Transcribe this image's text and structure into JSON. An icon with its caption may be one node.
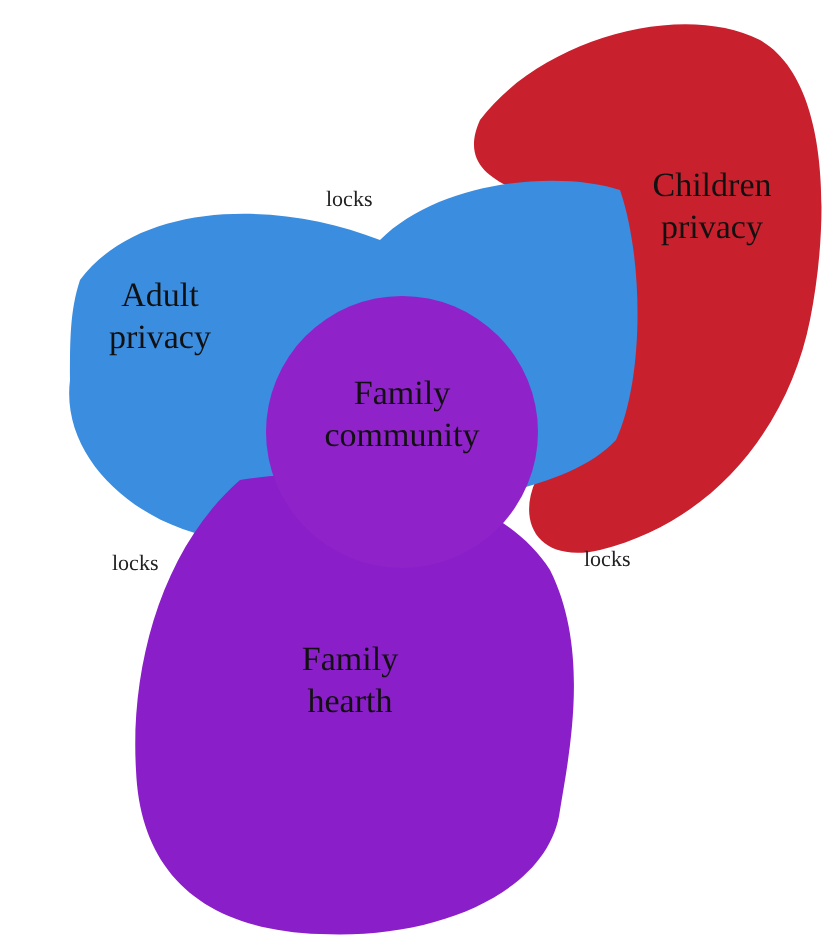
{
  "diagram": {
    "nodes": [
      {
        "text": [
          "Children privacy"
        ]
      },
      {
        "text": [
          "Adult privacy"
        ]
      },
      {
        "text": [
          "Family hearth"
        ]
      },
      {
        "text": [
          "Family community"
        ]
      }
    ],
    "labels": [
      "locks",
      "locks",
      "locks"
    ]
  }
}
